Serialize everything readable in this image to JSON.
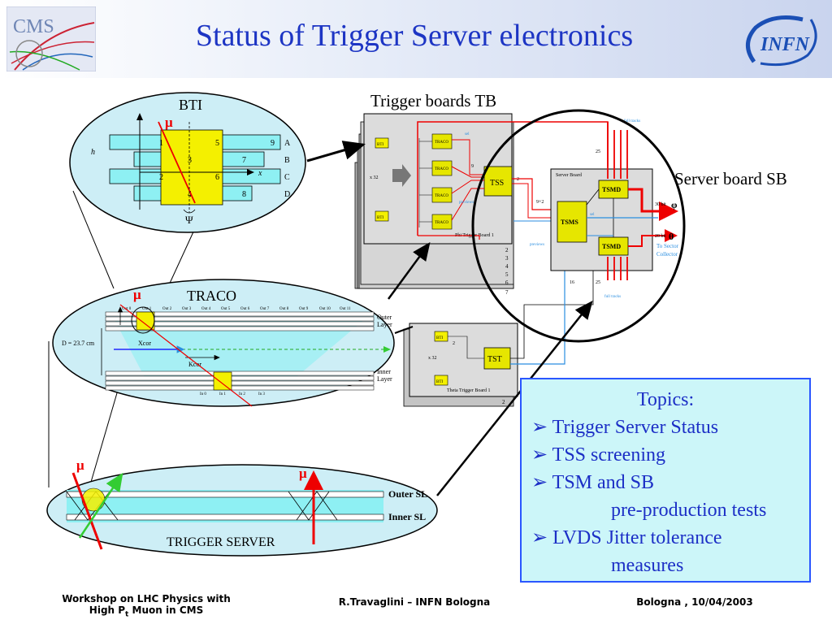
{
  "slide": {
    "title": "Status of Trigger Server electronics",
    "logos": {
      "left_text": "CMS",
      "right_text": "INFN"
    }
  },
  "labels": {
    "trigger_boards": "Trigger boards TB",
    "server_board": "Server board SB"
  },
  "bti": {
    "title": "BTI",
    "mu": "μ",
    "cells": [
      "1",
      "5",
      "9",
      "3",
      "7",
      "2",
      "6",
      "4",
      "8"
    ],
    "rows": [
      "A",
      "B",
      "C",
      "D"
    ],
    "h": "h",
    "x": "x",
    "psi": "Ψ"
  },
  "traco": {
    "title": "TRACO",
    "mu": "μ",
    "d_label": "D = 23.7 cm",
    "xcor": "Xcor",
    "kcor": "Kcor",
    "outer_layer": [
      "Outer",
      "Layer"
    ],
    "inner_layer": [
      "Inner",
      "Layer"
    ],
    "out_labels": [
      "Out 0",
      "Out 1",
      "Out 2",
      "Out 3",
      "Out 4",
      "Out 5",
      "Out 6",
      "Out 7",
      "Out 8",
      "Out 9",
      "Out 10",
      "Out 11"
    ],
    "in_labels": [
      "In 0",
      "In 1",
      "In 2",
      "In 3"
    ]
  },
  "trigger_server": {
    "title": "TRIGGER SERVER",
    "outer_sl": "Outer SL",
    "inner_sl": "Inner SL",
    "mu": "μ"
  },
  "phi_board": {
    "name": "Phi Trigger Board 1",
    "bti": "BTI",
    "x32": "x 32",
    "traco": "TRACO",
    "tss": "TSS",
    "sel": "sel",
    "previews": "previews",
    "nine": "9",
    "two": "2",
    "stack_numbers": [
      "2",
      "3",
      "4",
      "5",
      "6",
      "7"
    ]
  },
  "server_board": {
    "name": "Server Board",
    "tsmd": "TSMD",
    "tsms": "TSMS",
    "sel": "sel",
    "full_tracks": "full tracks",
    "n25": "25",
    "n16": "16",
    "nine_plus_two": "9+2",
    "previews": "previews",
    "out30": "30 bit",
    "out20": "20 bit",
    "phi": "φ",
    "theta": "θ",
    "to_sector": [
      "To Sector",
      "Collector"
    ]
  },
  "theta_board": {
    "name": "Theta Trigger Board 1",
    "bti": "BTI",
    "x32": "x 32",
    "tst": "TST",
    "two": "2"
  },
  "topics": {
    "header": "Topics:",
    "items": [
      "➢ Trigger Server Status",
      "➢ TSS screening",
      "➢ TSM and SB"
    ],
    "item3_cont": "pre-production tests",
    "item4": "➢ LVDS Jitter tolerance",
    "item4_cont": "measures"
  },
  "footer": {
    "left_line1": "Workshop on LHC Physics with",
    "left_line2_a": "High P",
    "left_line2_sub": "t",
    "left_line2_b": " Muon in CMS",
    "center": "R.Travaglini – INFN Bologna",
    "right": "Bologna , 10/04/2003"
  }
}
